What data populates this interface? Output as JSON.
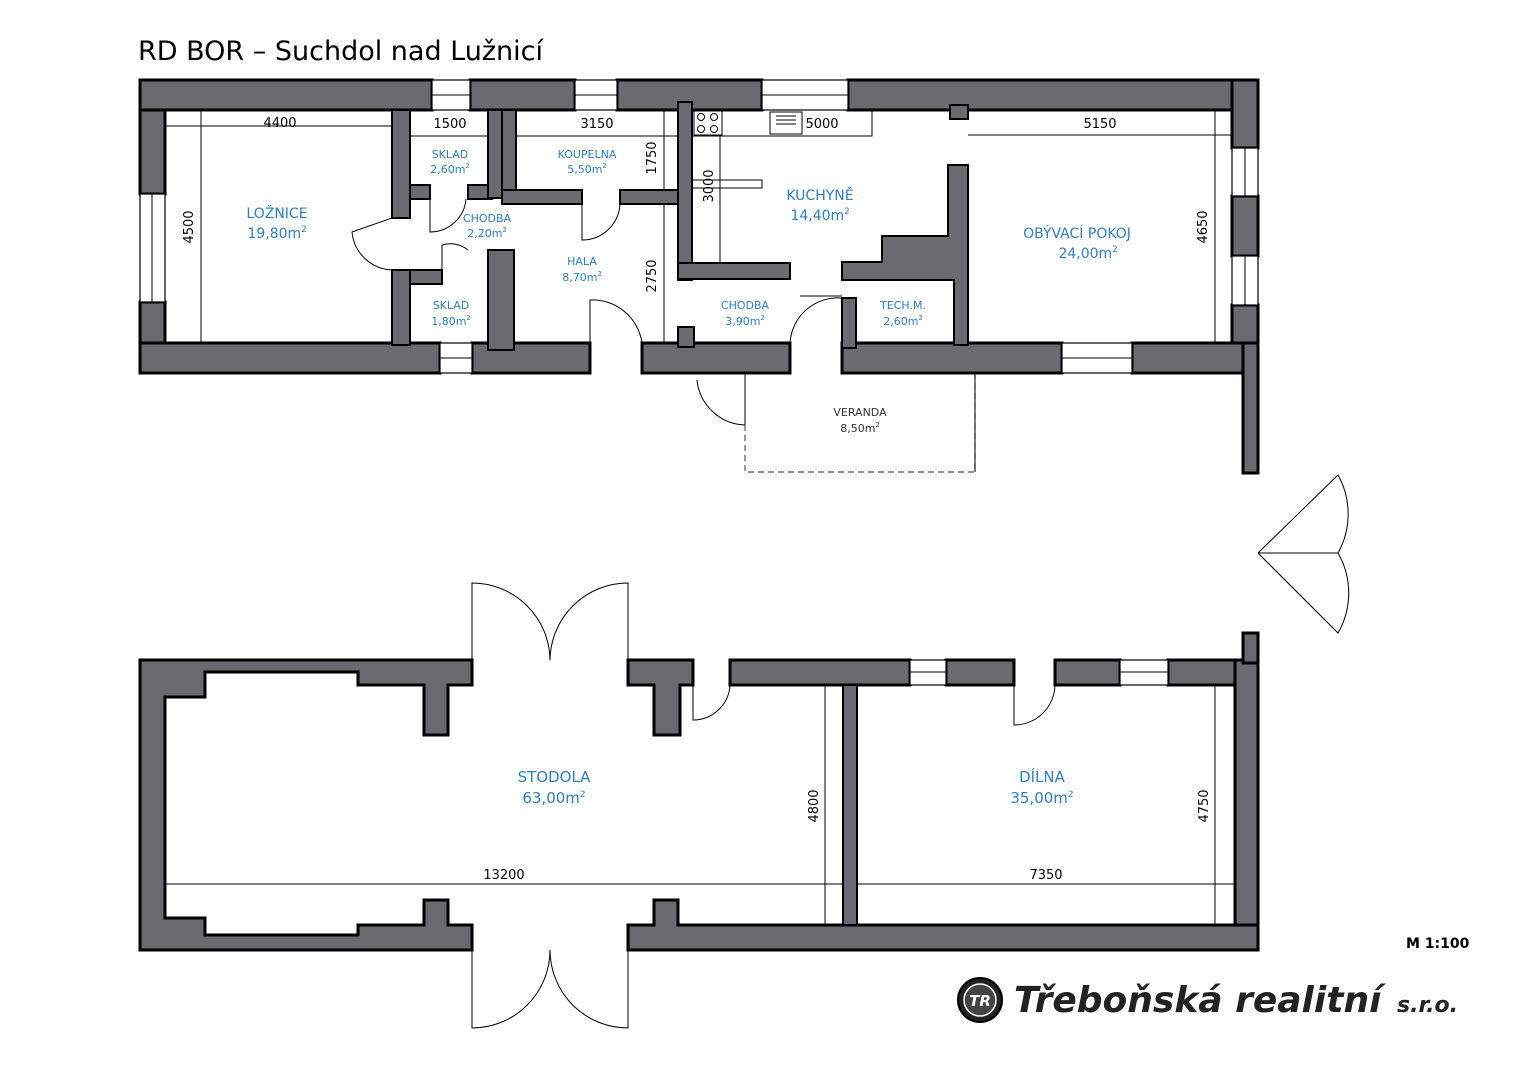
{
  "title": "RD BOR – Suchdol nad Lužnicí",
  "scale": "M 1:100",
  "brand": {
    "name": "Třeboňská realitní",
    "suffix": "s.r.o.",
    "logo": "TR"
  },
  "rooms": {
    "loznice": {
      "name": "LOŽNICE",
      "area": "19,80m",
      "unit": "2"
    },
    "sklad1": {
      "name": "SKLAD",
      "area": "2,60m",
      "unit": "2"
    },
    "koupelna": {
      "name": "KOUPELNA",
      "area": "5,50m",
      "unit": "2"
    },
    "kuchyne": {
      "name": "KUCHYNĚ",
      "area": "14,40m",
      "unit": "2"
    },
    "obyvaci": {
      "name": "OBÝVACÍ POKOJ",
      "area": "24,00m",
      "unit": "2"
    },
    "chodba1": {
      "name": "CHODBA",
      "area": "2,20m",
      "unit": "2"
    },
    "hala": {
      "name": "HALA",
      "area": "8,70m",
      "unit": "2"
    },
    "sklad2": {
      "name": "SKLAD",
      "area": "1,80m",
      "unit": "2"
    },
    "chodba2": {
      "name": "CHODBA",
      "area": "3,90m",
      "unit": "2"
    },
    "tech": {
      "name": "TECH.M.",
      "area": "2,60m",
      "unit": "2"
    },
    "veranda": {
      "name": "VERANDA",
      "area": "8,50m",
      "unit": "2"
    },
    "stodola": {
      "name": "STODOLA",
      "area": "63,00m",
      "unit": "2"
    },
    "dilna": {
      "name": "DÍLNA",
      "area": "35,00m",
      "unit": "2"
    }
  },
  "dimensions": {
    "d4400": "4400",
    "d1500": "1500",
    "d3150": "3150",
    "d5000": "5000",
    "d5150": "5150",
    "d4500": "4500",
    "d1750": "1750",
    "d3000": "3000",
    "d2750": "2750",
    "d4650": "4650",
    "d4800": "4800",
    "d4750": "4750",
    "d13200": "13200",
    "d7350": "7350"
  }
}
